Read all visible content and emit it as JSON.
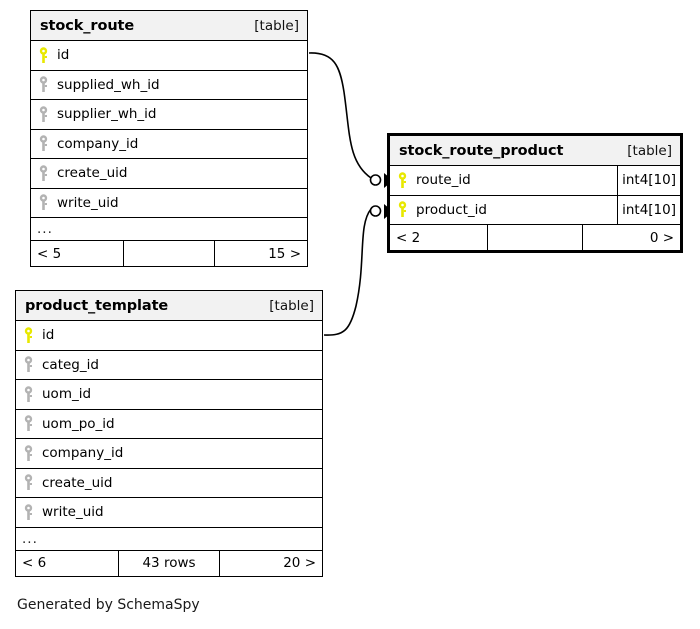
{
  "diagram": {
    "generator_note": "Generated by SchemaSpy",
    "kind_label": "[table]",
    "ellipsis": "...",
    "colors": {
      "primary_key": "#e8e800",
      "foreign_key": "#b3b3b3",
      "header_background": "#f2f2f2",
      "border": "#000000",
      "background": "#ffffff"
    }
  },
  "tables": [
    {
      "id": "stock_route",
      "name": "stock_route",
      "kind": "[table]",
      "focal": false,
      "columns": [
        {
          "name": "id",
          "key": "primary",
          "type": ""
        },
        {
          "name": "supplied_wh_id",
          "key": "foreign",
          "type": ""
        },
        {
          "name": "supplier_wh_id",
          "key": "foreign",
          "type": ""
        },
        {
          "name": "company_id",
          "key": "foreign",
          "type": ""
        },
        {
          "name": "create_uid",
          "key": "foreign",
          "type": ""
        },
        {
          "name": "write_uid",
          "key": "foreign",
          "type": ""
        }
      ],
      "has_ellipsis": true,
      "footer": {
        "left": "< 5",
        "mid": "",
        "right": "15 >"
      }
    },
    {
      "id": "stock_route_product",
      "name": "stock_route_product",
      "kind": "[table]",
      "focal": true,
      "columns": [
        {
          "name": "route_id",
          "key": "primary",
          "type": "int4[10]"
        },
        {
          "name": "product_id",
          "key": "primary",
          "type": "int4[10]"
        }
      ],
      "has_ellipsis": false,
      "footer": {
        "left": "< 2",
        "mid": "",
        "right": "0 >"
      }
    },
    {
      "id": "product_template",
      "name": "product_template",
      "kind": "[table]",
      "focal": false,
      "columns": [
        {
          "name": "id",
          "key": "primary",
          "type": ""
        },
        {
          "name": "categ_id",
          "key": "foreign",
          "type": ""
        },
        {
          "name": "uom_id",
          "key": "foreign",
          "type": ""
        },
        {
          "name": "uom_po_id",
          "key": "foreign",
          "type": ""
        },
        {
          "name": "company_id",
          "key": "foreign",
          "type": ""
        },
        {
          "name": "create_uid",
          "key": "foreign",
          "type": ""
        },
        {
          "name": "write_uid",
          "key": "foreign",
          "type": ""
        }
      ],
      "has_ellipsis": true,
      "footer": {
        "left": "< 6",
        "mid": "43 rows",
        "right": "20 >"
      }
    }
  ],
  "relationships": [
    {
      "id": "stock_route-to-route_id",
      "from_table": "stock_route",
      "from_column": "id",
      "to_table": "stock_route_product",
      "to_column": "route_id"
    },
    {
      "id": "product_template-to-product_id",
      "from_table": "product_template",
      "from_column": "id",
      "to_table": "stock_route_product",
      "to_column": "product_id"
    }
  ]
}
